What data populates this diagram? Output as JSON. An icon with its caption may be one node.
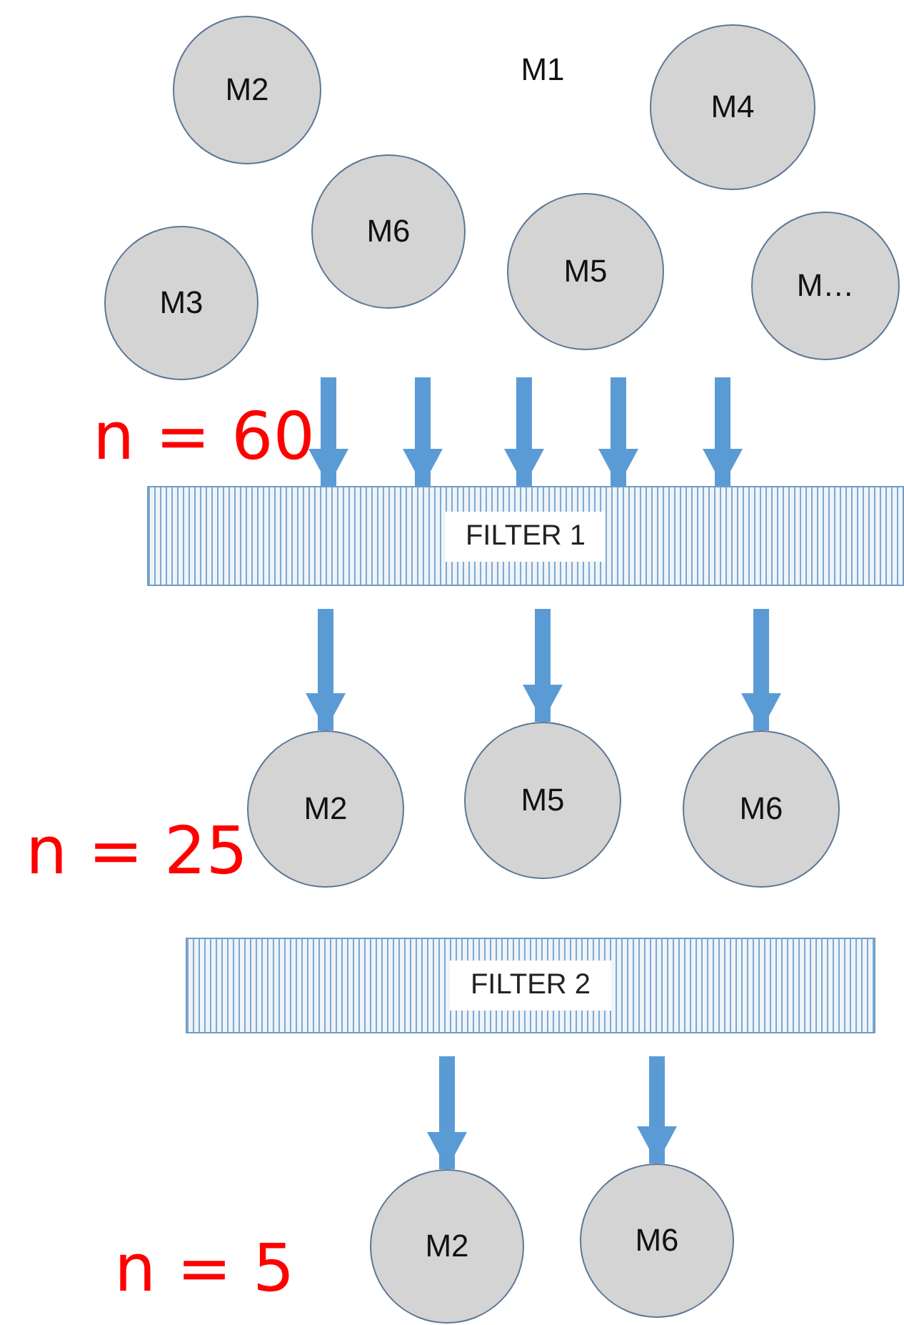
{
  "diagram": {
    "nodes": [
      {
        "text": [
          "M2"
        ]
      },
      {
        "text": [
          "M1"
        ]
      },
      {
        "text": [
          "M4"
        ]
      },
      {
        "text": [
          "M6"
        ]
      },
      {
        "text": [
          "M3"
        ]
      },
      {
        "text": [
          "M5"
        ]
      },
      {
        "text": [
          "M…"
        ]
      },
      {
        "text": [
          "FILTER 1"
        ]
      },
      {
        "text": [
          "M2"
        ]
      },
      {
        "text": [
          "M5"
        ]
      },
      {
        "text": [
          "M6"
        ]
      },
      {
        "text": [
          "FILTER 2"
        ]
      },
      {
        "text": [
          "M2"
        ]
      },
      {
        "text": [
          "M6"
        ]
      }
    ],
    "edges": [
      {
        "from": null,
        "to": 7,
        "arrow": "to"
      },
      {
        "from": null,
        "to": 7,
        "arrow": "to"
      },
      {
        "from": null,
        "to": 7,
        "arrow": "to"
      },
      {
        "from": null,
        "to": 7,
        "arrow": "to"
      },
      {
        "from": null,
        "to": 7,
        "arrow": "to"
      },
      {
        "from": 7,
        "to": 8,
        "arrow": "to"
      },
      {
        "from": 7,
        "to": 9,
        "arrow": "to"
      },
      {
        "from": 7,
        "to": 10,
        "arrow": "to"
      },
      {
        "from": 11,
        "to": 12,
        "arrow": "to"
      },
      {
        "from": 11,
        "to": 13,
        "arrow": "to"
      }
    ],
    "labels": [
      "n = 60",
      "n = 25",
      "n = 5"
    ]
  }
}
